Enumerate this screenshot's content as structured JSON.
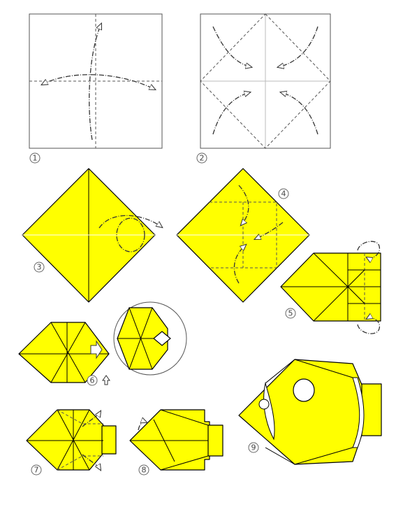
{
  "steps": [
    {
      "number": "1"
    },
    {
      "number": "2"
    },
    {
      "number": "3"
    },
    {
      "number": "4"
    },
    {
      "number": "5"
    },
    {
      "number": "6"
    },
    {
      "number": "7"
    },
    {
      "number": "8"
    },
    {
      "number": "9"
    }
  ],
  "colors": {
    "paper": "#ffff00",
    "outline": "#000000",
    "crease": "#bbbbbb"
  },
  "icons": [
    "curved-fold-arrow-icon",
    "push-arrow-icon",
    "eye-circle-icon"
  ]
}
